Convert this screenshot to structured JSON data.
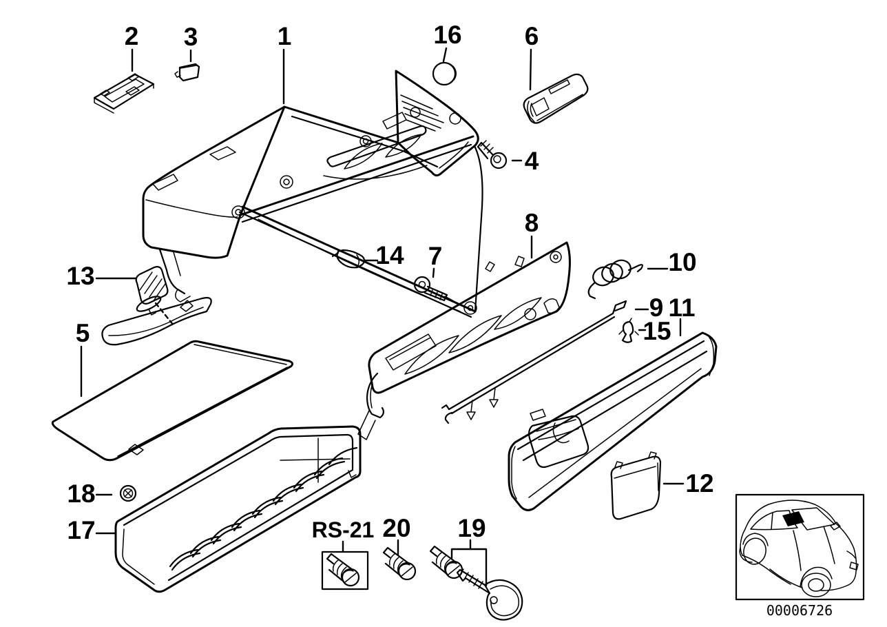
{
  "diagram": {
    "image_id": "00006726",
    "background_color": "#ffffff",
    "line_color": "#000000"
  },
  "callouts": {
    "c1": {
      "label": "1"
    },
    "c2": {
      "label": "2"
    },
    "c3": {
      "label": "3"
    },
    "c4": {
      "label": "4"
    },
    "c5": {
      "label": "5"
    },
    "c6": {
      "label": "6"
    },
    "c7": {
      "label": "7"
    },
    "c8": {
      "label": "8"
    },
    "c9": {
      "label": "9"
    },
    "c10": {
      "label": "10"
    },
    "c11": {
      "label": "11"
    },
    "c12": {
      "label": "12"
    },
    "c13": {
      "label": "13"
    },
    "c14": {
      "label": "14"
    },
    "c15": {
      "label": "15"
    },
    "c16": {
      "label": "16"
    },
    "c17": {
      "label": "17"
    },
    "c18": {
      "label": "18"
    },
    "c19": {
      "label": "19"
    },
    "c20": {
      "label": "20"
    },
    "rs21": {
      "label": "RS-21"
    }
  }
}
